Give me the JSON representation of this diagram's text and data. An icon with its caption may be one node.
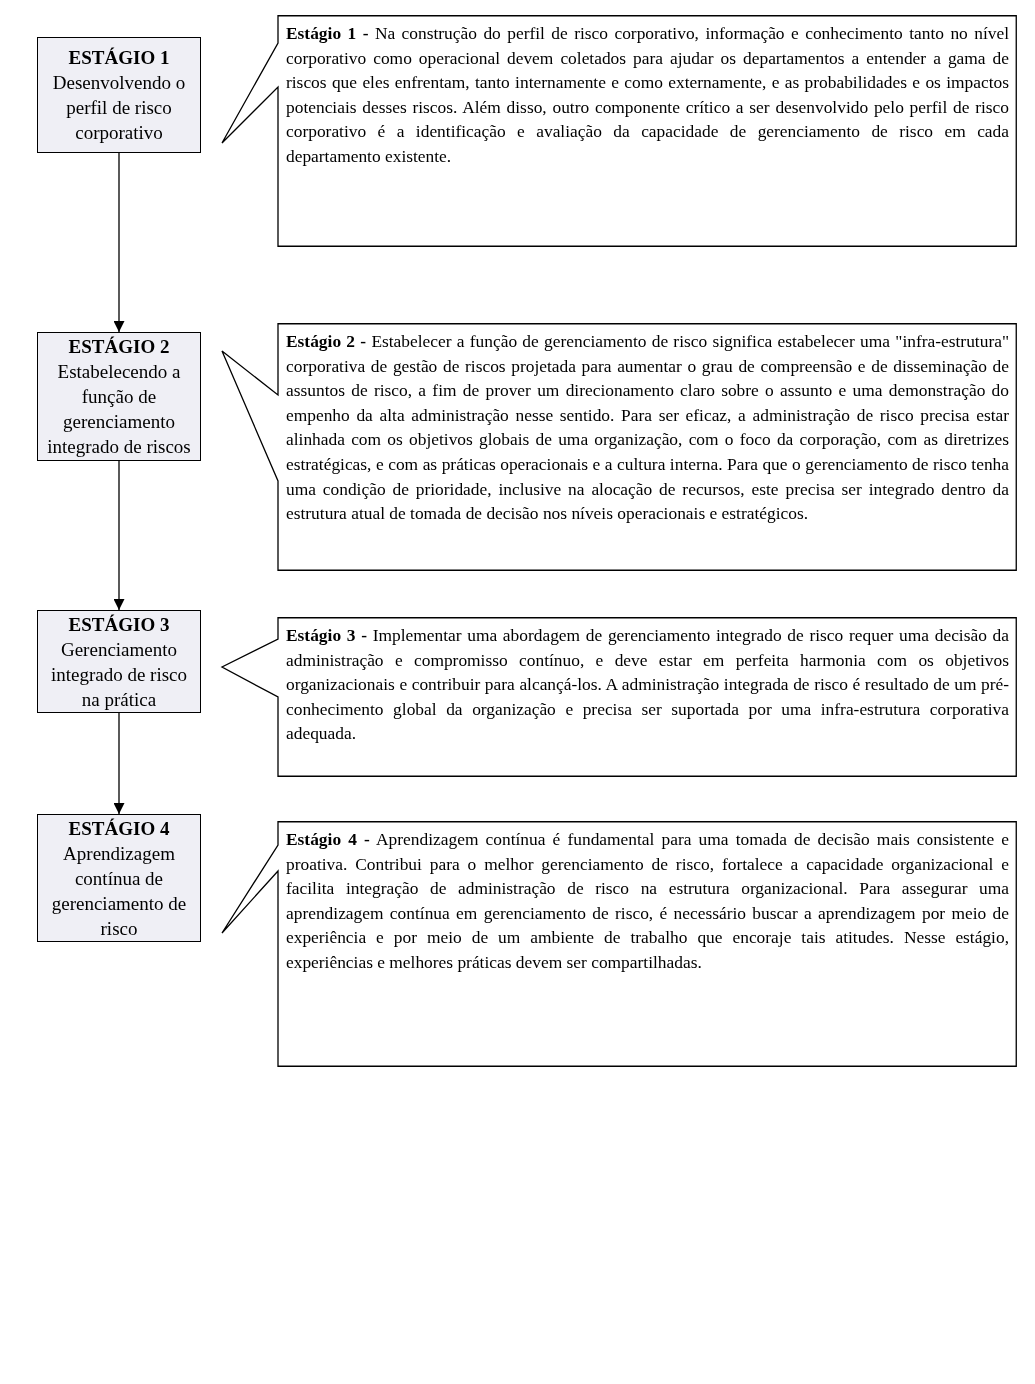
{
  "diagram": {
    "nodes": [
      {
        "text": [
          "ESTÁGIO 1",
          "Desenvolvendo o perfil de risco corporativo"
        ]
      },
      {
        "text": [
          "**Estágio 1 -** Na construção do perfil de risco corporativo, informação e conhecimento tanto no nível corporativo como operacional devem coletados para ajudar os departamentos a entender a gama de riscos que eles enfrentam, tanto internamente e como externamente, e as probabilidades e os impactos potenciais desses riscos. Além disso, outro componente crítico a ser desenvolvido pelo perfil de risco corporativo é a identificação e avaliação da capacidade de gerenciamento de risco em cada departamento existente."
        ]
      },
      {
        "text": [
          "ESTÁGIO 2",
          "Estabelecendo a função de gerenciamento integrado de riscos"
        ]
      },
      {
        "text": [
          "**Estágio 2 -** Estabelecer a função de gerenciamento de risco significa estabelecer uma \"infra-estrutura\" corporativa de gestão de riscos projetada para aumentar o grau de compreensão e de disseminação de assuntos de risco, a fim de prover um direcionamento claro sobre o assunto e uma demonstração do empenho da alta administração nesse sentido. Para ser eficaz, a administração de risco precisa estar alinhada com os objetivos globais de uma organização, com o foco da corporação, com as diretrizes estratégicas, e com as práticas operacionais e a cultura interna. Para que o gerenciamento de risco tenha uma condição de prioridade, inclusive na alocação de recursos, este precisa ser integrado dentro da estrutura atual de tomada de decisão nos níveis operacionais e estratégicos."
        ]
      },
      {
        "text": [
          "ESTÁGIO 3",
          "Gerenciamento integrado de risco na prática"
        ]
      },
      {
        "text": [
          "**Estágio 3 -** Implementar uma abordagem de gerenciamento integrado de risco requer uma decisão da administração e compromisso contínuo, e deve estar em perfeita harmonia com os objetivos organizacionais e contribuir para alcançá-los. A administração integrada de risco é resultado de um pré-conhecimento global da organização e precisa ser suportada por uma infra-estrutura corporativa adequada."
        ]
      },
      {
        "text": [
          "ESTÁGIO 4",
          "Aprendizagem contínua de gerenciamento de risco"
        ]
      },
      {
        "text": [
          "**Estágio 4 -** Aprendizagem contínua é fundamental para uma tomada de decisão mais consistente e proativa. Contribui para o melhor gerenciamento de risco, fortalece a capacidade organizacional e facilita integração de administração de risco na estrutura organizacional. Para assegurar uma aprendizagem contínua em gerenciamento de risco, é necessário buscar a aprendizagem por meio de experiência e por meio de um ambiente de trabalho que encoraje tais atitudes. Nesse estágio, experiências e melhores práticas devem ser compartilhadas."
        ]
      }
    ],
    "edges": [
      {
        "from": 0,
        "to": 2,
        "arrow": "to"
      },
      {
        "from": 2,
        "to": 4,
        "arrow": "to"
      },
      {
        "from": 4,
        "to": 6,
        "arrow": "to"
      }
    ]
  }
}
